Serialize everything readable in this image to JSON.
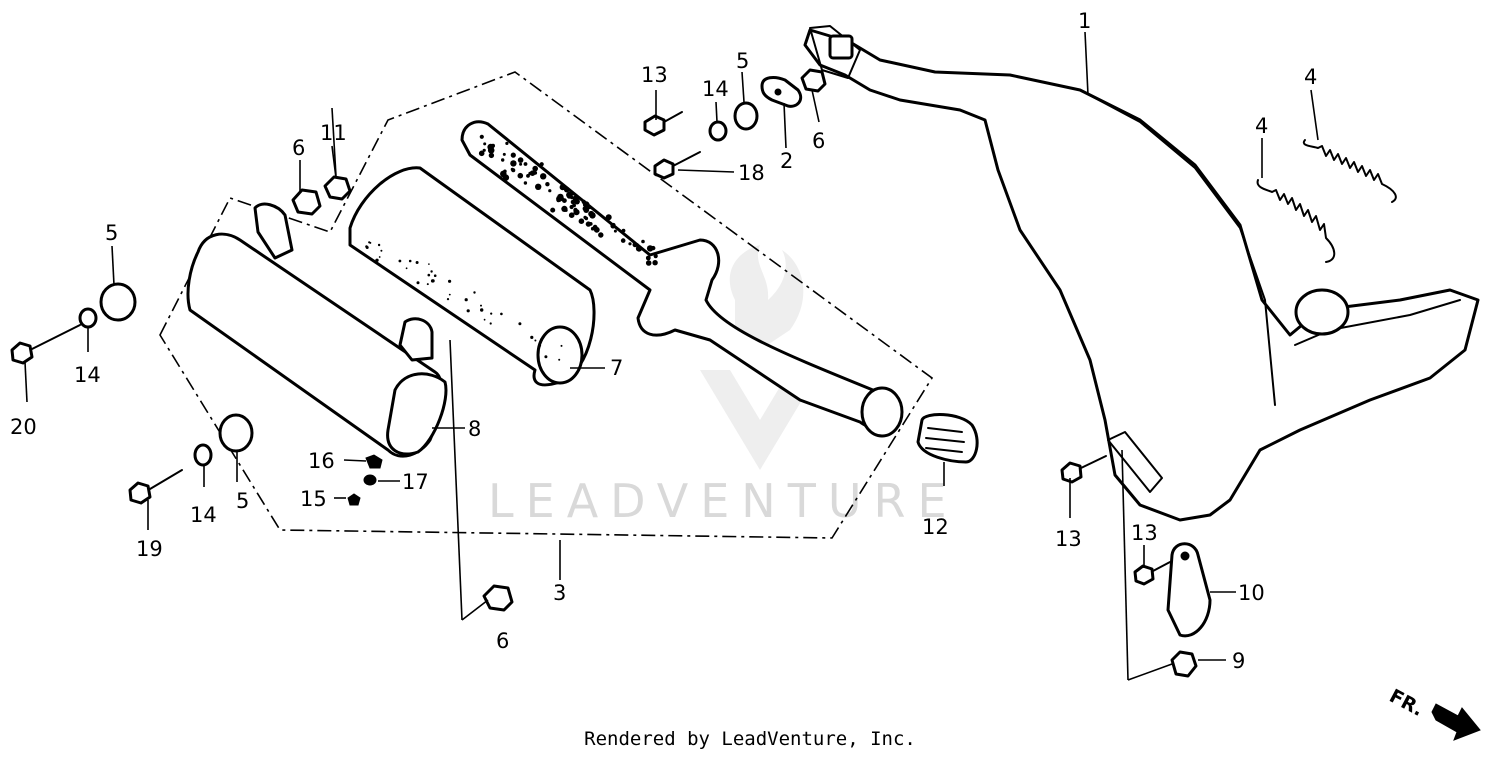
{
  "watermark": {
    "text": "LEADVENTURE"
  },
  "footer": {
    "text": "Rendered by LeadVenture, Inc."
  },
  "direction_indicator": {
    "label": "FR."
  },
  "callouts": {
    "c1": "1",
    "c2": "2",
    "c3": "3",
    "c4a": "4",
    "c4b": "4",
    "c5a": "5",
    "c5b": "5",
    "c5c": "5",
    "c6a": "6",
    "c6b": "6",
    "c6c": "6",
    "c7": "7",
    "c8": "8",
    "c9": "9",
    "c10": "10",
    "c11": "11",
    "c12": "12",
    "c13a": "13",
    "c13b": "13",
    "c13c": "13",
    "c14a": "14",
    "c14b": "14",
    "c14c": "14",
    "c15": "15",
    "c16": "16",
    "c17": "17",
    "c18": "18",
    "c19": "19",
    "c20": "20"
  }
}
